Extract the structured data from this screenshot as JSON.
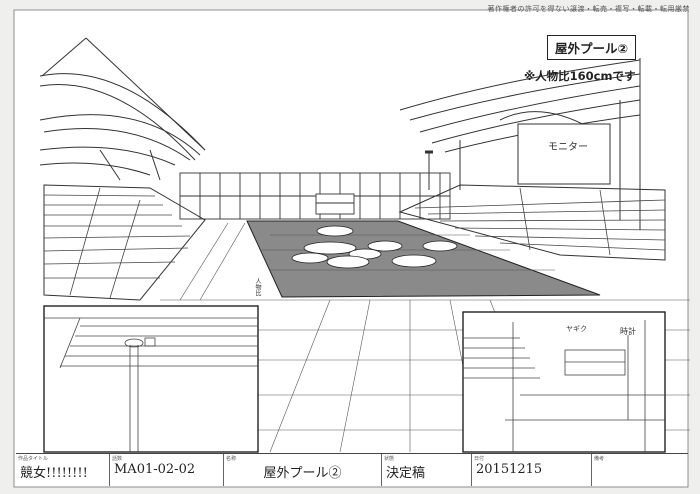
{
  "sheet": {
    "copyright": "著作権者の許可を得ない譲渡・転売・複写・転載・転用厳禁",
    "title_box": "屋外プール②",
    "scale_note": "※人物比160cmです",
    "annotations": {
      "monitor": "モニター",
      "height": "人物比",
      "rail": "ヤギク",
      "clock": "時計"
    }
  },
  "info_bar": {
    "cells": [
      {
        "label": "作品タイトル",
        "value": "競女!!!!!!!!"
      },
      {
        "label": "話数",
        "value": "MA01-02-02"
      },
      {
        "label": "名称",
        "value": "屋外プール②"
      },
      {
        "label": "状態",
        "value": "決定稿"
      },
      {
        "label": "日付",
        "value": "20151215"
      },
      {
        "label": "備考",
        "value": ""
      }
    ]
  }
}
